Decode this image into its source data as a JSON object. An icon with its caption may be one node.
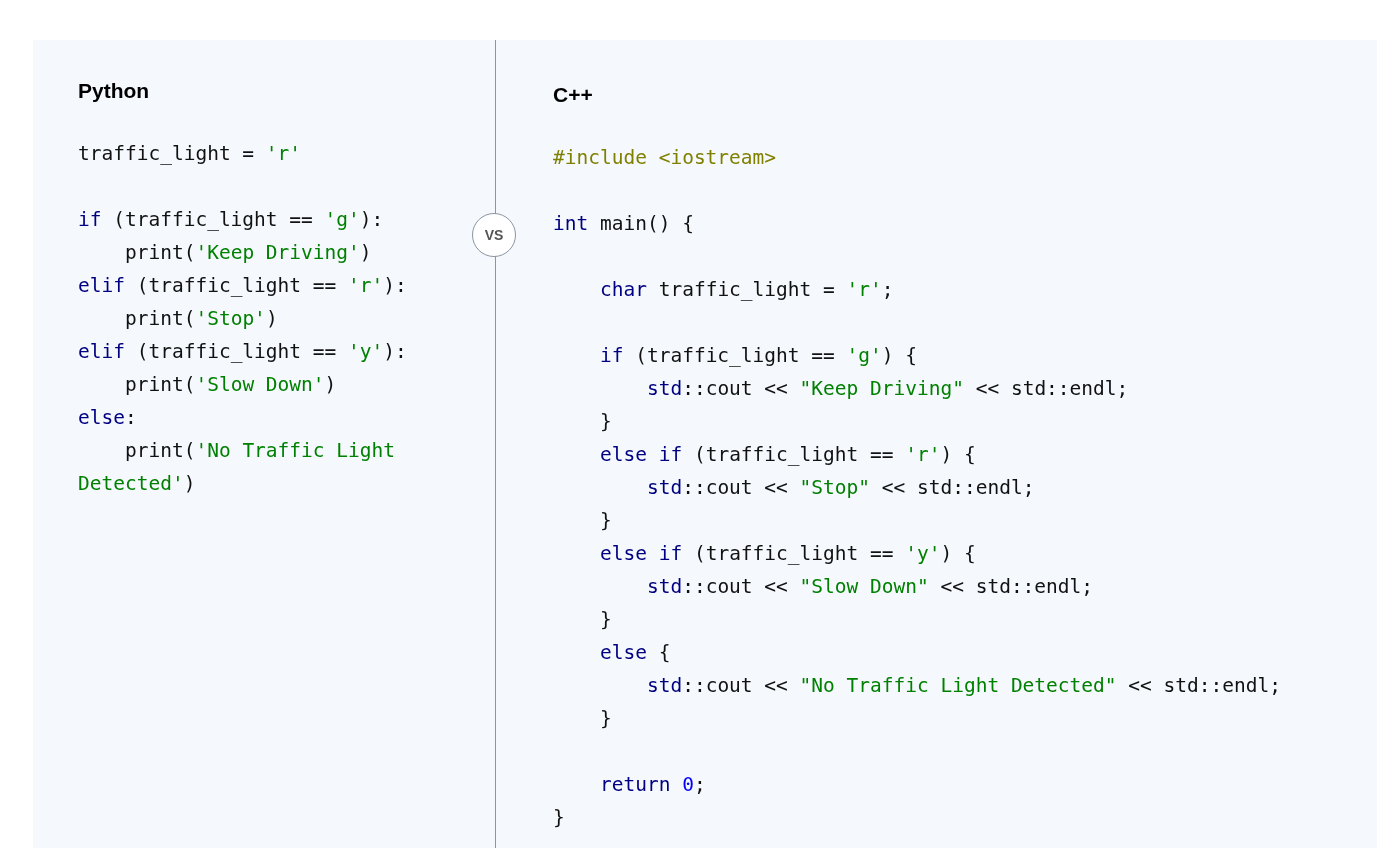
{
  "diagram": {
    "nodes": [
      {
        "text": [
          "VS"
        ]
      }
    ],
    "labels": [
      "Python",
      "traffic_light = 'r'",
      "if (traffic_light == 'g'):",
      "    print('Keep Driving')",
      "elif (traffic_light == 'r'):",
      "    print('Stop')",
      "elif (traffic_light == 'y'):",
      "    print('Slow Down')",
      "else:",
      "    print('No Traffic Light Detected')",
      "C++",
      "#include <iostream>",
      "int main() {",
      "    char traffic_light = 'r';",
      "    if (traffic_light == 'g') {",
      "        std::cout << \"Keep Driving\" << std::endl;",
      "    }",
      "    else if (traffic_light == 'r') {",
      "        std::cout << \"Stop\" << std::endl;",
      "    }",
      "    else if (traffic_light == 'y') {",
      "        std::cout << \"Slow Down\" << std::endl;",
      "    }",
      "    else {",
      "        std::cout << \"No Traffic Light Detected\" << std::endl;",
      "    }",
      "    return 0;",
      "}"
    ]
  }
}
